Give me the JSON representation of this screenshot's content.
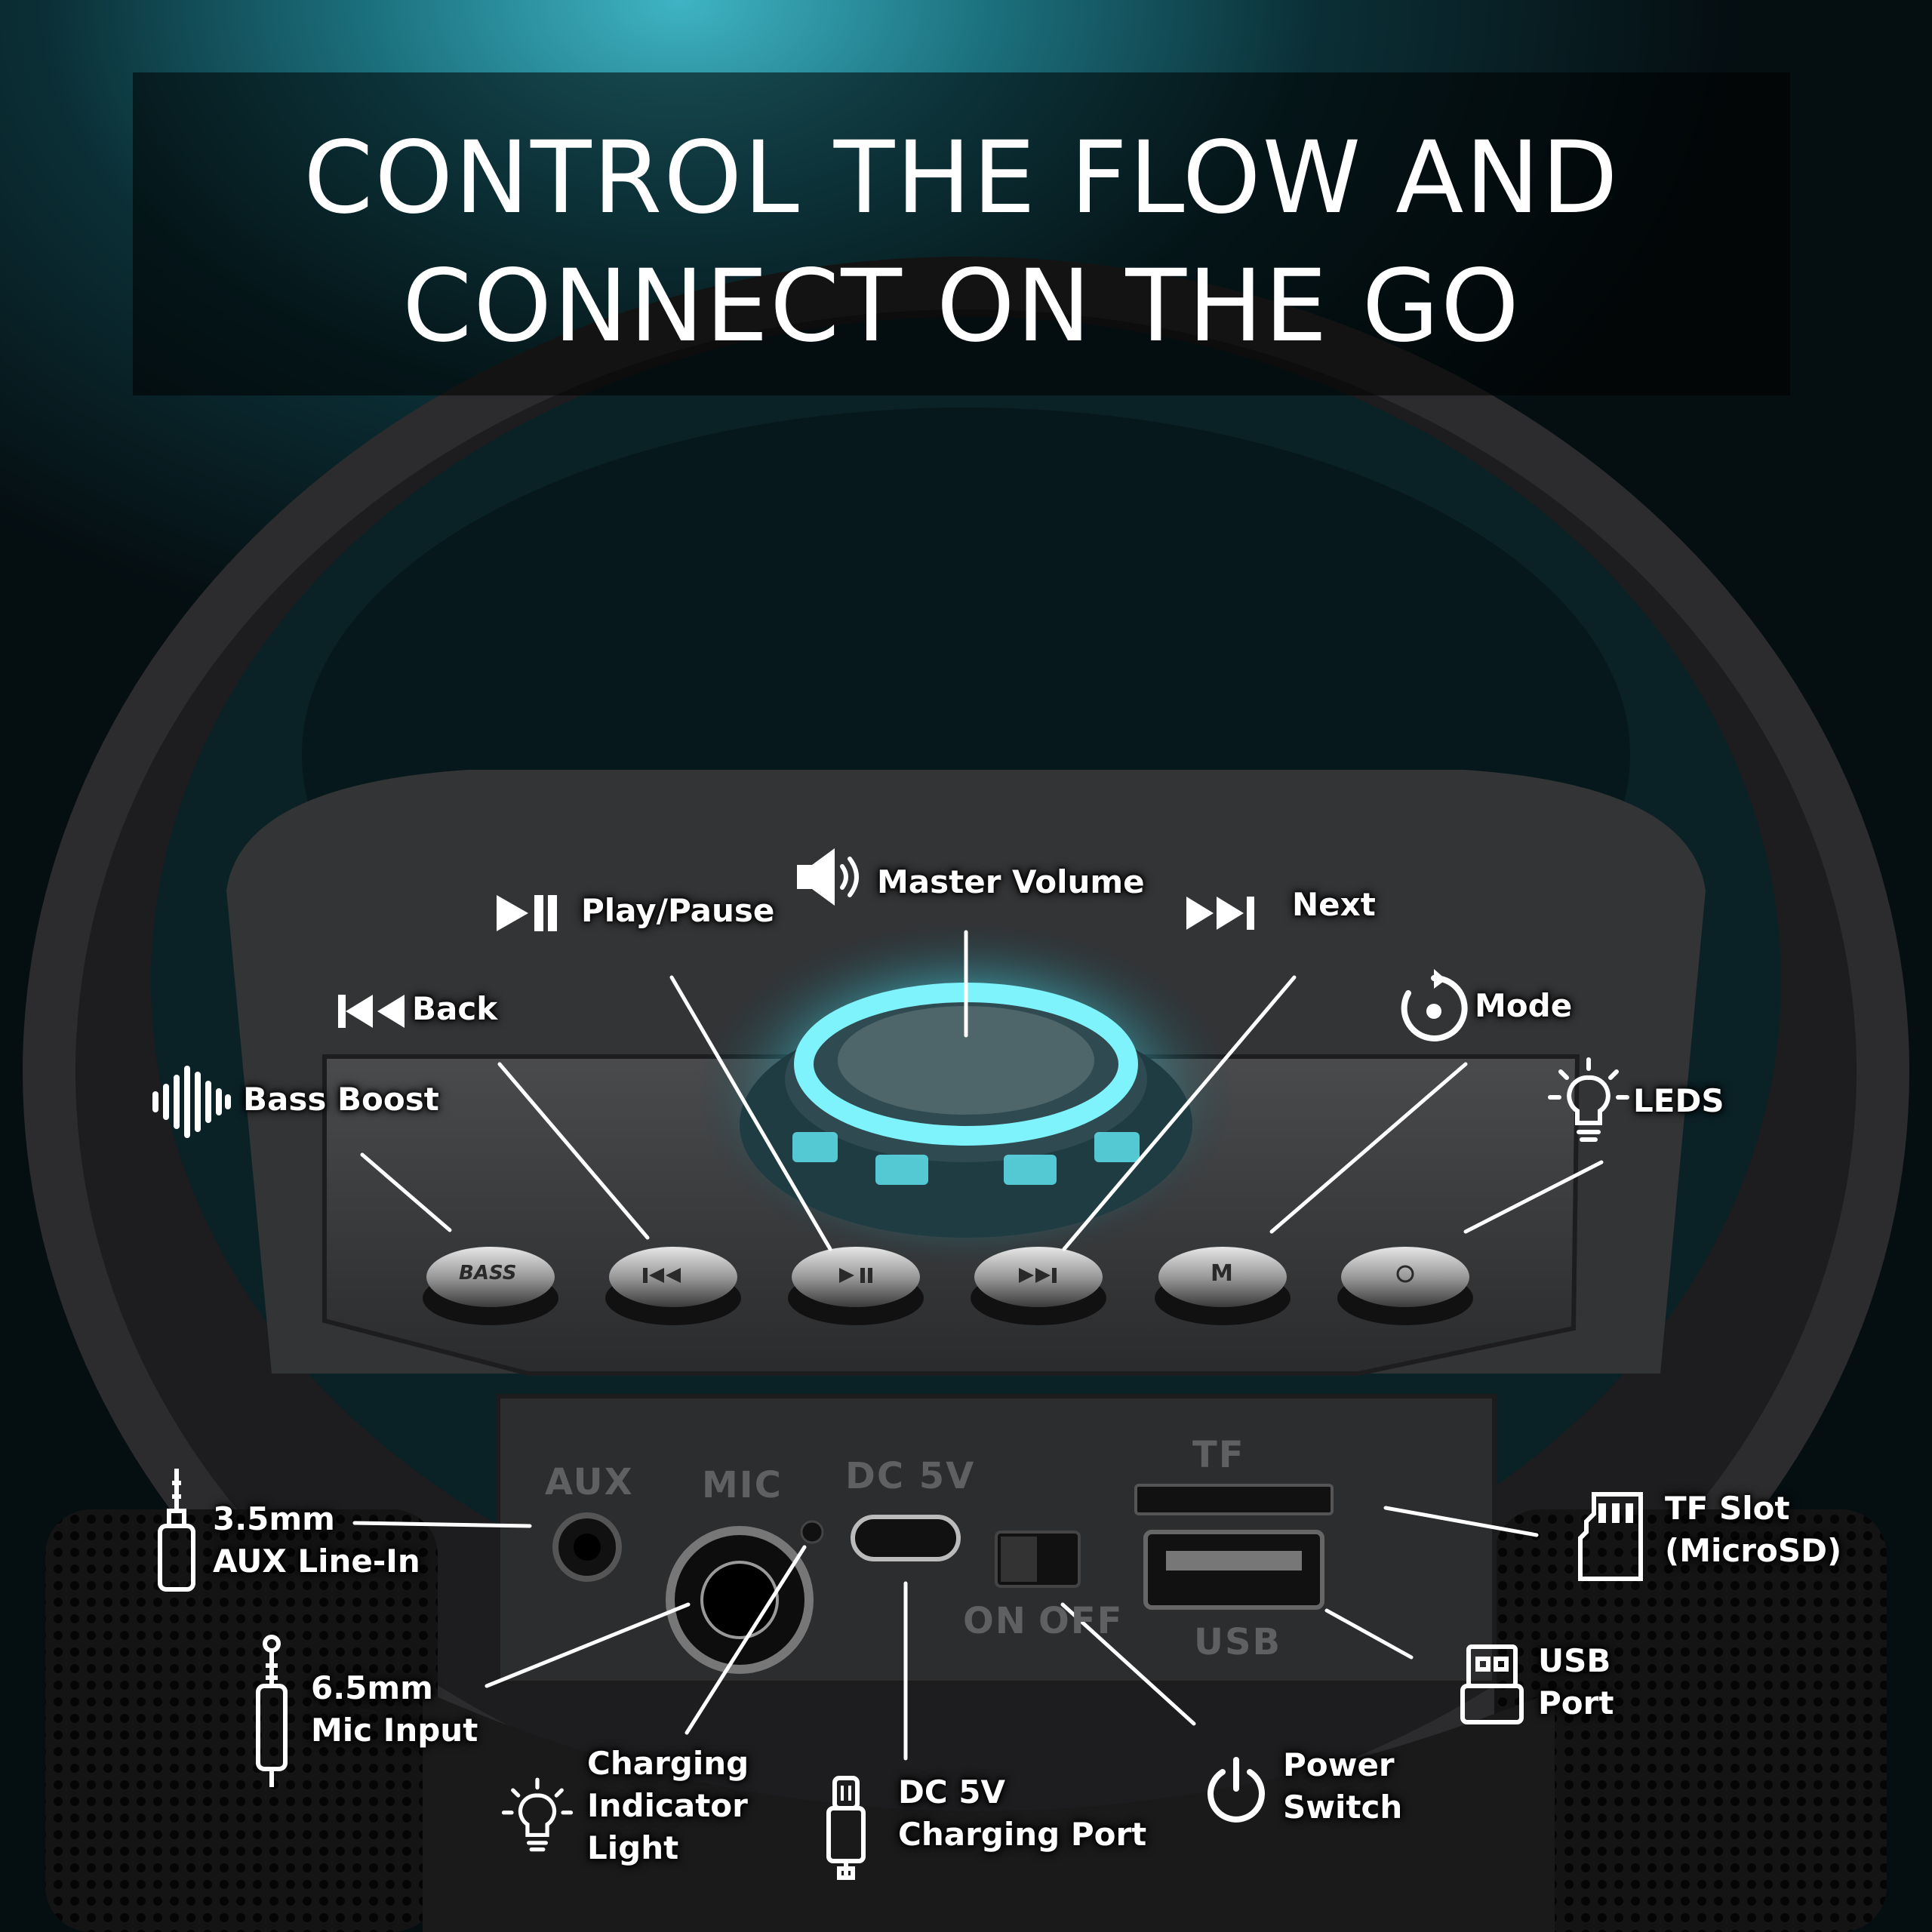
{
  "headline": {
    "line1": "CONTROL THE FLOW AND",
    "line2": "CONNECT ON THE GO"
  },
  "top_labels": {
    "bass_boost": "Bass Boost",
    "back": "Back",
    "play_pause": "Play/Pause",
    "master_volume": "Master Volume",
    "next": "Next",
    "mode": "Mode",
    "leds": "LEDS"
  },
  "bottom_labels": {
    "aux_line1": "3.5mm",
    "aux_line2": "AUX Line-In",
    "mic_line1": "6.5mm",
    "mic_line2": "Mic Input",
    "charging_light_line1": "Charging",
    "charging_light_line2": "Indicator",
    "charging_light_line3": "Light",
    "dc_line1": "DC 5V",
    "dc_line2": "Charging Port",
    "power_line1": "Power",
    "power_line2": "Switch",
    "usb_line1": "USB",
    "usb_line2": "Port",
    "tf_line1": "TF Slot",
    "tf_line2": "(MicroSD)"
  },
  "panel_print": {
    "aux": "AUX",
    "mic": "MIC",
    "dc": "DC 5V",
    "tf": "TF",
    "usb": "USB",
    "on": "ON",
    "off": "OFF",
    "bass_button": "BASS",
    "mode_button": "M"
  },
  "icons": [
    "sound-wave-icon",
    "back-icon",
    "play-pause-icon",
    "speaker-volume-icon",
    "next-icon",
    "mode-icon",
    "bulb-icon",
    "aux-plug-icon",
    "mic-plug-icon",
    "usb-c-plug-icon",
    "power-icon",
    "usb-drive-icon",
    "microsd-card-icon"
  ],
  "colors": {
    "accent_cyan": "#5fe3ee",
    "label_bg": "#1b1b1b",
    "text": "#ffffff"
  }
}
